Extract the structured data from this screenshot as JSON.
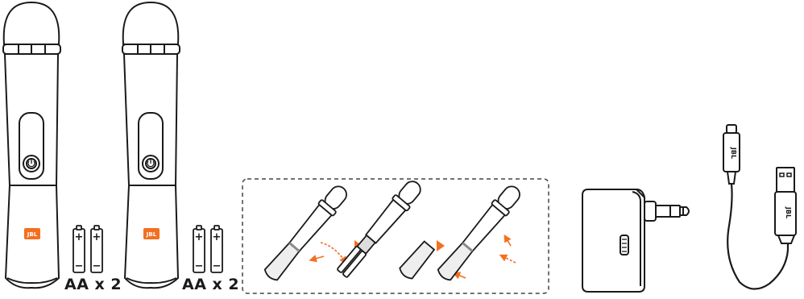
{
  "battery_labels": [
    "AA x 2",
    "AA x 2"
  ],
  "battery_polarity": {
    "plus": "+",
    "minus": "−"
  },
  "brand": "JBL",
  "colors": {
    "outline": "#1a1a1a",
    "brand_badge": "#f36f21",
    "accent_arrow": "#f36f21",
    "dashed_border": "#444444",
    "battery_fill": "#ffffff"
  },
  "icons": [
    "power-icon",
    "brand-badge",
    "aa-battery",
    "arrow-icon",
    "audio-jack",
    "micro-usb-plug",
    "usb-a-plug"
  ]
}
